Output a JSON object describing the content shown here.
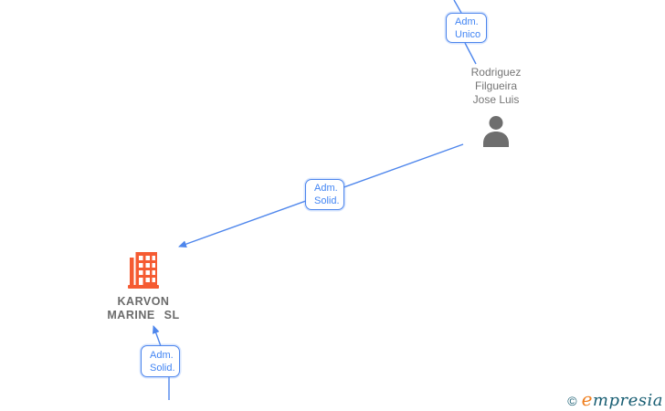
{
  "edge_labels": {
    "top": {
      "line1": "Adm.",
      "line2": "Unico"
    },
    "middle": {
      "line1": "Adm.",
      "line2": "Solid."
    },
    "bottom": {
      "line1": "Adm.",
      "line2": "Solid."
    }
  },
  "person_node": {
    "name_line1": "Rodriguez",
    "name_line2": "Filgueira",
    "name_line3": "Jose Luis",
    "icon": "person-silhouette-icon"
  },
  "company_node": {
    "name_line1": "KARVON",
    "name_line2": "MARINE SL",
    "icon": "building-icon"
  },
  "watermark": {
    "copyright": "©",
    "brand_initial": "e",
    "brand_rest": "mpresia"
  },
  "colors": {
    "edge_blue": "#4e86ec",
    "label_text_blue": "#4285f4",
    "person_icon_gray": "#6e6e6e",
    "person_name_gray": "#757575",
    "company_text_gray": "#6b6b6b",
    "building_orange": "#f55b32",
    "brand_teal": "#175d72",
    "brand_orange": "#ef7e1d"
  }
}
